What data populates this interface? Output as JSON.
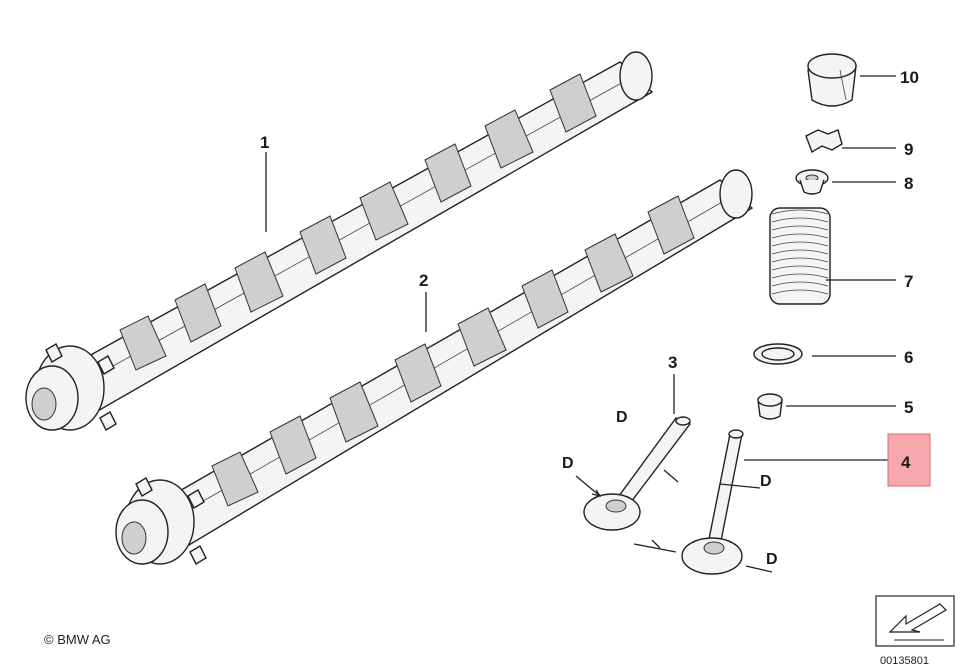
{
  "diagram": {
    "callouts": [
      {
        "id": "1",
        "text": "1"
      },
      {
        "id": "2",
        "text": "2"
      },
      {
        "id": "3",
        "text": "3"
      },
      {
        "id": "4",
        "text": "4"
      },
      {
        "id": "5",
        "text": "5"
      },
      {
        "id": "6",
        "text": "6"
      },
      {
        "id": "7",
        "text": "7"
      },
      {
        "id": "8",
        "text": "8"
      },
      {
        "id": "9",
        "text": "9"
      },
      {
        "id": "10",
        "text": "10"
      }
    ],
    "highlighted_callout": "4",
    "highlight_color": "#f6a8ad",
    "dimension_marks": [
      "D",
      "D",
      "D",
      "D"
    ],
    "copyright": "© BMW AG",
    "diagram_number": "00135801",
    "corner_icon": "arrow-icon"
  }
}
